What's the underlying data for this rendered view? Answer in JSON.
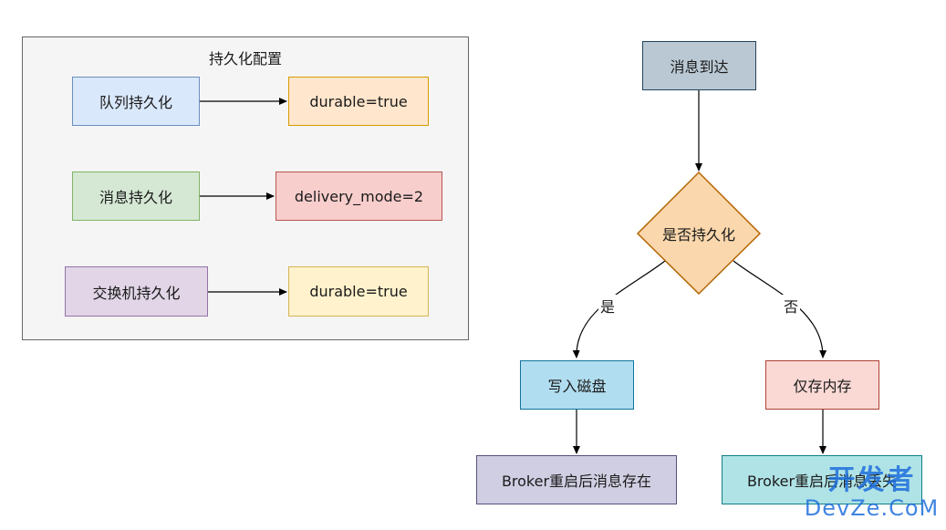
{
  "persistence_group": {
    "title": "持久化配置",
    "rows": [
      {
        "name": "队列持久化",
        "setting": "durable=true"
      },
      {
        "name": "消息持久化",
        "setting": "delivery_mode=2"
      },
      {
        "name": "交换机持久化",
        "setting": "durable=true"
      }
    ]
  },
  "flow": {
    "start": "消息到达",
    "decision": "是否持久化",
    "yes_label": "是",
    "no_label": "否",
    "yes_step": "写入磁盘",
    "no_step": "仅存内存",
    "yes_result": "Broker重启后消息存在",
    "no_result": "Broker重启后消息丢失"
  },
  "watermark": {
    "line1": "开发者",
    "line2": "DevZe.CoM"
  },
  "colors": {
    "blue_fill": "#dae8fc",
    "blue_stroke": "#6c8ebf",
    "orange_fill": "#ffe6cc",
    "orange_stroke": "#d79b00",
    "green_fill": "#d5e8d4",
    "green_stroke": "#82b366",
    "red_fill": "#f8cecc",
    "red_stroke": "#b85450",
    "purple_fill": "#e1d5e7",
    "purple_stroke": "#9673a6",
    "yellow_fill": "#fff2cc",
    "yellow_stroke": "#d6b656",
    "slate_fill": "#bac8d3",
    "slate_stroke": "#23445d",
    "diamond_fill": "#fad7ac",
    "diamond_stroke": "#b46504",
    "sky_fill": "#b1ddf0",
    "sky_stroke": "#10739e",
    "teal_fill": "#b0e3e6",
    "teal_stroke": "#0e8088",
    "lavender_fill": "#d0cee2",
    "lavender_stroke": "#56517e"
  }
}
